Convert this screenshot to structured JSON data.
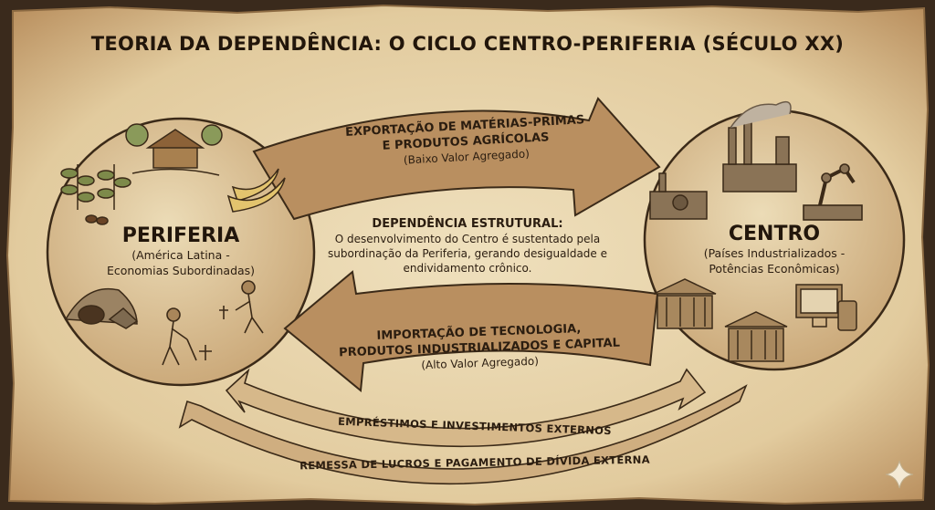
{
  "title": "TEORIA DA DEPENDÊNCIA: O CICLO CENTRO-PERIFERIA (SÉCULO XX)",
  "periferia": {
    "name": "PERIFERIA",
    "sub_line1": "(América Latina -",
    "sub_line2": "Economias Subordinadas)"
  },
  "centro": {
    "name": "CENTRO",
    "sub_line1": "(Países Industrializados -",
    "sub_line2": "Potências Econômicas)"
  },
  "center": {
    "title": "DEPENDÊNCIA ESTRUTURAL:",
    "body": "O desenvolvimento do Centro é sustentado pela subordinação da Periferia, gerando desigualdade e endividamento crônico."
  },
  "top_arrow": {
    "line1": "EXPORTAÇÃO DE MATÉRIAS-PRIMAS",
    "line2": "E PRODUTOS AGRÍCOLAS",
    "sub": "(Baixo Valor Agregado)"
  },
  "bottom_arrow": {
    "line1": "IMPORTAÇÃO DE TECNOLOGIA,",
    "line2": "PRODUTOS INDUSTRIALIZADOS E CAPITAL",
    "sub": "(Alto Valor Agregado)"
  },
  "band1": "EMPRÉSTIMOS E INVESTIMENTOS EXTERNOS",
  "band2": "REMESSA DE LUCROS E PAGAMENTO DE DÍVIDA EXTERNA",
  "colors": {
    "parchment": "#e9d7b2",
    "circle": "#dcc193",
    "arrow_fill": "#b98f60",
    "band_fill": "#cfae80",
    "outline": "#3b2a18"
  }
}
